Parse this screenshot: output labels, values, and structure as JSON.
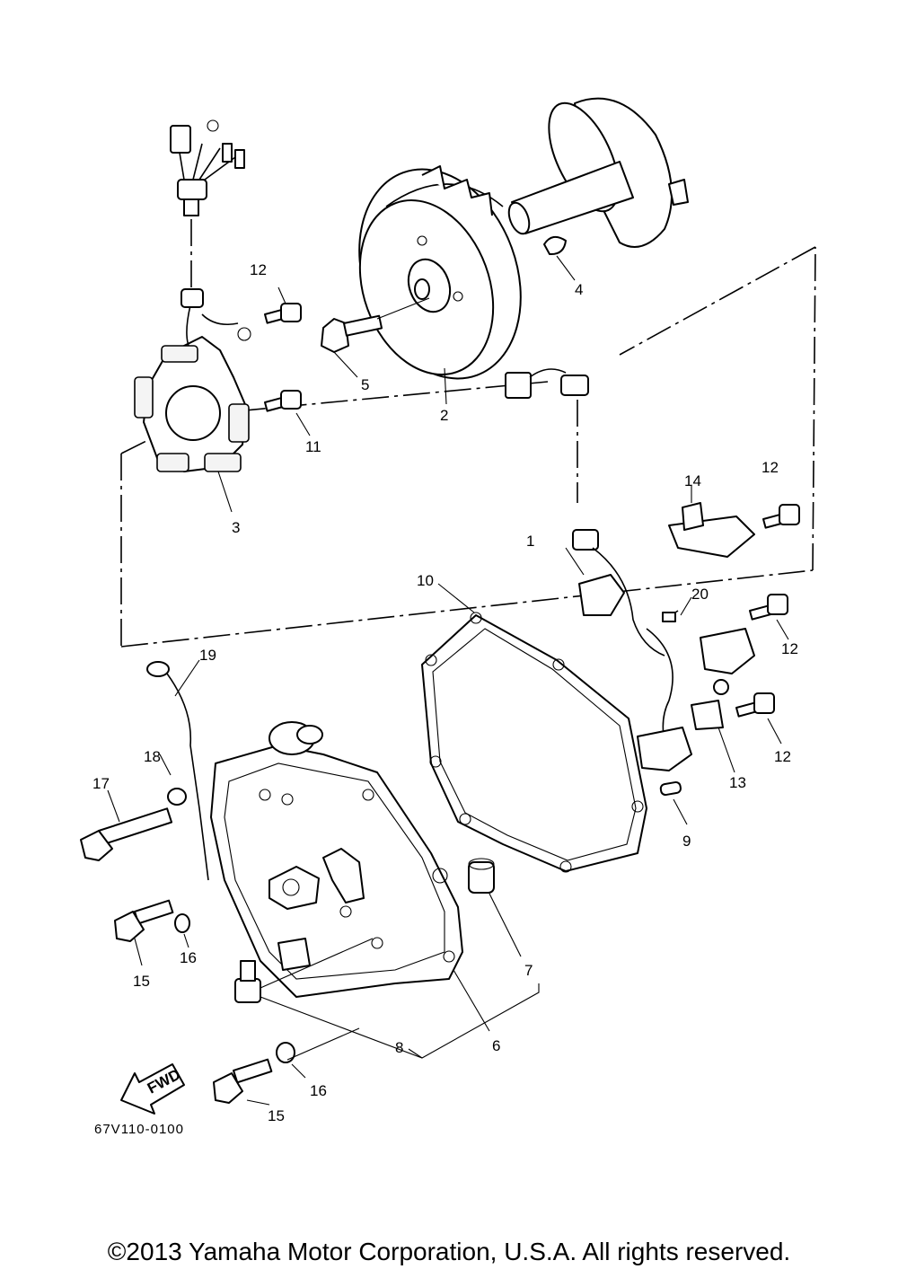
{
  "diagram": {
    "drawing_code": "67V110-0100",
    "fwd_label": "FWD",
    "callouts": [
      {
        "id": "c1",
        "text": "1"
      },
      {
        "id": "c2",
        "text": "2"
      },
      {
        "id": "c3",
        "text": "3"
      },
      {
        "id": "c4",
        "text": "4"
      },
      {
        "id": "c5",
        "text": "5"
      },
      {
        "id": "c6",
        "text": "6"
      },
      {
        "id": "c7",
        "text": "7"
      },
      {
        "id": "c8",
        "text": "8"
      },
      {
        "id": "c9",
        "text": "9"
      },
      {
        "id": "c10",
        "text": "10"
      },
      {
        "id": "c11",
        "text": "11"
      },
      {
        "id": "c12a",
        "text": "12"
      },
      {
        "id": "c12b",
        "text": "12"
      },
      {
        "id": "c12c",
        "text": "12"
      },
      {
        "id": "c12d",
        "text": "12"
      },
      {
        "id": "c13",
        "text": "13"
      },
      {
        "id": "c14",
        "text": "14"
      },
      {
        "id": "c15a",
        "text": "15"
      },
      {
        "id": "c15b",
        "text": "15"
      },
      {
        "id": "c16a",
        "text": "16"
      },
      {
        "id": "c16b",
        "text": "16"
      },
      {
        "id": "c17",
        "text": "17"
      },
      {
        "id": "c18",
        "text": "18"
      },
      {
        "id": "c19",
        "text": "19"
      },
      {
        "id": "c20",
        "text": "20"
      }
    ]
  },
  "footer": {
    "copyright": "©2013 Yamaha Motor Corporation, U.S.A. All rights reserved."
  }
}
